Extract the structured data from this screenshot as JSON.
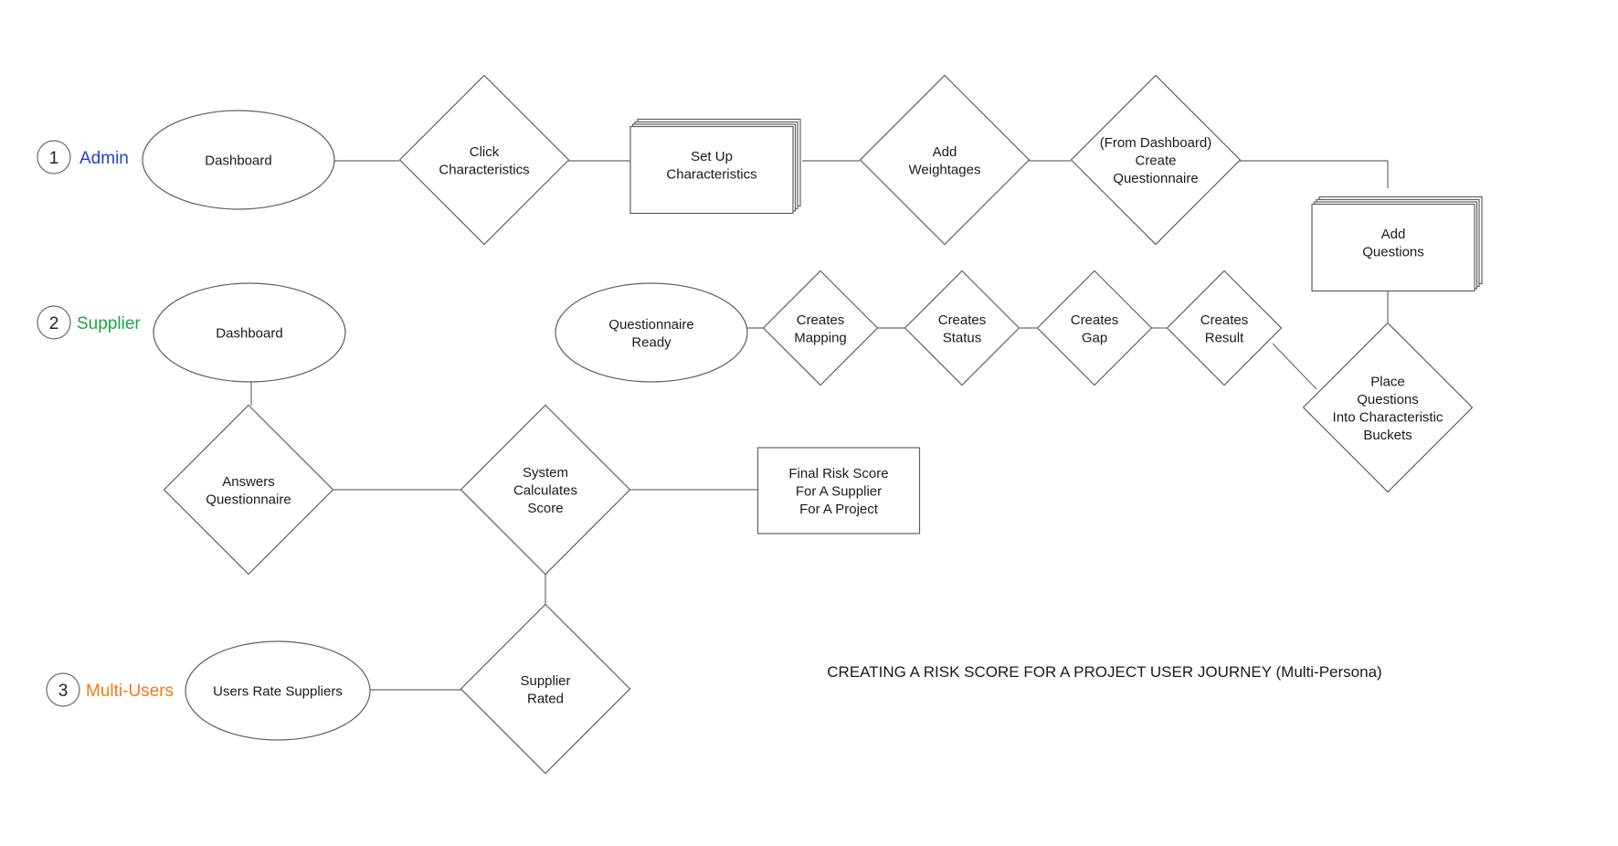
{
  "title": "CREATING A RISK SCORE FOR A PROJECT USER JOURNEY (Multi-Persona)",
  "personas": [
    {
      "id": "admin",
      "number": "1",
      "label": "Admin",
      "color": "#1f3fd1"
    },
    {
      "id": "supplier",
      "number": "2",
      "label": "Supplier",
      "color": "#1ea446"
    },
    {
      "id": "multi-users",
      "number": "3",
      "label": "Multi-Users",
      "color": "#f07a19"
    }
  ],
  "nodes": [
    {
      "id": "admin-dashboard",
      "shape": "ellipse",
      "lines": [
        "Dashboard"
      ]
    },
    {
      "id": "click-characteristics",
      "shape": "diamond",
      "lines": [
        "Click",
        "Characteristics"
      ]
    },
    {
      "id": "set-up-characteristics",
      "shape": "stacked-rect",
      "lines": [
        "Set Up",
        "Characteristics"
      ]
    },
    {
      "id": "add-weightages",
      "shape": "diamond",
      "lines": [
        "Add",
        "Weightages"
      ]
    },
    {
      "id": "create-questionnaire",
      "shape": "diamond",
      "lines": [
        "(From Dashboard)",
        "Create",
        "Questionnaire"
      ]
    },
    {
      "id": "add-questions",
      "shape": "stacked-rect",
      "lines": [
        "Add",
        "Questions"
      ]
    },
    {
      "id": "place-questions",
      "shape": "diamond",
      "lines": [
        "Place",
        "Questions",
        "Into Characteristic",
        "Buckets"
      ]
    },
    {
      "id": "creates-result",
      "shape": "diamond",
      "lines": [
        "Creates",
        "Result"
      ]
    },
    {
      "id": "creates-gap",
      "shape": "diamond",
      "lines": [
        "Creates",
        "Gap"
      ]
    },
    {
      "id": "creates-status",
      "shape": "diamond",
      "lines": [
        "Creates",
        "Status"
      ]
    },
    {
      "id": "creates-mapping",
      "shape": "diamond",
      "lines": [
        "Creates",
        "Mapping"
      ]
    },
    {
      "id": "questionnaire-ready",
      "shape": "ellipse",
      "lines": [
        "Questionnaire",
        "Ready"
      ]
    },
    {
      "id": "supplier-dashboard",
      "shape": "ellipse",
      "lines": [
        "Dashboard"
      ]
    },
    {
      "id": "answers-questionnaire",
      "shape": "diamond",
      "lines": [
        "Answers",
        "Questionnaire"
      ]
    },
    {
      "id": "system-calculates-score",
      "shape": "diamond",
      "lines": [
        "System",
        "Calculates",
        "Score"
      ]
    },
    {
      "id": "final-risk-score",
      "shape": "rect",
      "lines": [
        "Final Risk Score",
        "For A Supplier",
        "For A Project"
      ]
    },
    {
      "id": "users-rate-suppliers",
      "shape": "ellipse",
      "lines": [
        "Users Rate Suppliers"
      ]
    },
    {
      "id": "supplier-rated",
      "shape": "diamond",
      "lines": [
        "Supplier",
        "Rated"
      ]
    }
  ],
  "edges": [
    [
      "admin-dashboard",
      "click-characteristics"
    ],
    [
      "click-characteristics",
      "set-up-characteristics"
    ],
    [
      "set-up-characteristics",
      "add-weightages"
    ],
    [
      "add-weightages",
      "create-questionnaire"
    ],
    [
      "create-questionnaire",
      "add-questions"
    ],
    [
      "add-questions",
      "place-questions"
    ],
    [
      "place-questions",
      "creates-result"
    ],
    [
      "creates-result",
      "creates-gap"
    ],
    [
      "creates-gap",
      "creates-status"
    ],
    [
      "creates-status",
      "creates-mapping"
    ],
    [
      "creates-mapping",
      "questionnaire-ready"
    ],
    [
      "supplier-dashboard",
      "answers-questionnaire"
    ],
    [
      "answers-questionnaire",
      "system-calculates-score"
    ],
    [
      "system-calculates-score",
      "final-risk-score"
    ],
    [
      "system-calculates-score",
      "supplier-rated"
    ],
    [
      "users-rate-suppliers",
      "supplier-rated"
    ]
  ]
}
